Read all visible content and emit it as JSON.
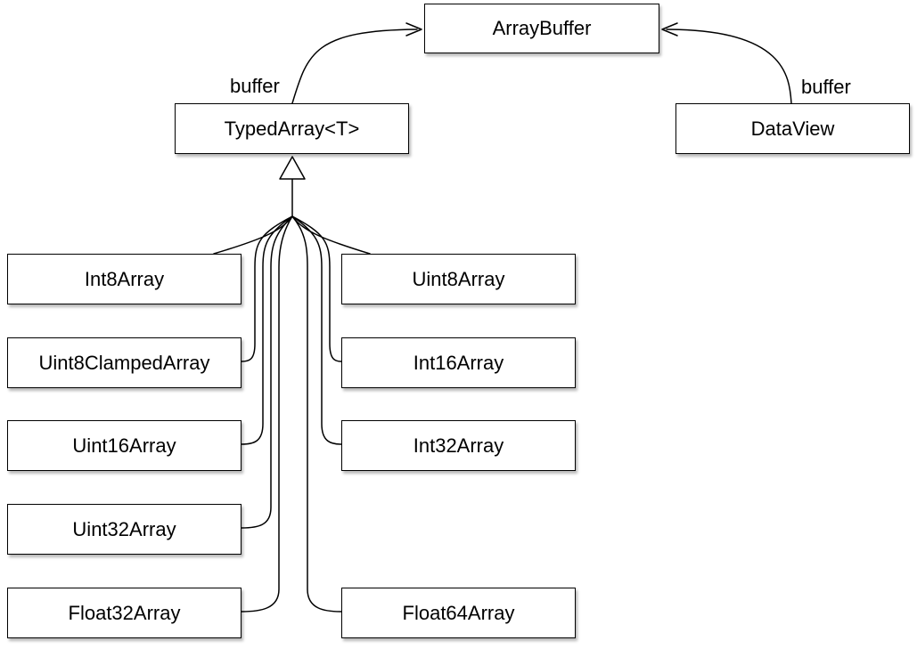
{
  "diagram": {
    "type": "class-hierarchy",
    "nodes": {
      "array_buffer": "ArrayBuffer",
      "typed_array": "TypedArray<T>",
      "data_view": "DataView",
      "int8_array": "Int8Array",
      "uint8_array": "Uint8Array",
      "uint8_clamped_array": "Uint8ClampedArray",
      "int16_array": "Int16Array",
      "uint16_array": "Uint16Array",
      "int32_array": "Int32Array",
      "uint32_array": "Uint32Array",
      "float32_array": "Float32Array",
      "float64_array": "Float64Array"
    },
    "edge_labels": {
      "typed_array_buffer": "buffer",
      "data_view_buffer": "buffer"
    },
    "edges": [
      {
        "from": "TypedArray<T>",
        "to": "ArrayBuffer",
        "kind": "reference",
        "label": "buffer"
      },
      {
        "from": "DataView",
        "to": "ArrayBuffer",
        "kind": "reference",
        "label": "buffer"
      },
      {
        "from": "Int8Array",
        "to": "TypedArray<T>",
        "kind": "inheritance"
      },
      {
        "from": "Uint8Array",
        "to": "TypedArray<T>",
        "kind": "inheritance"
      },
      {
        "from": "Uint8ClampedArray",
        "to": "TypedArray<T>",
        "kind": "inheritance"
      },
      {
        "from": "Int16Array",
        "to": "TypedArray<T>",
        "kind": "inheritance"
      },
      {
        "from": "Uint16Array",
        "to": "TypedArray<T>",
        "kind": "inheritance"
      },
      {
        "from": "Int32Array",
        "to": "TypedArray<T>",
        "kind": "inheritance"
      },
      {
        "from": "Uint32Array",
        "to": "TypedArray<T>",
        "kind": "inheritance"
      },
      {
        "from": "Float32Array",
        "to": "TypedArray<T>",
        "kind": "inheritance"
      },
      {
        "from": "Float64Array",
        "to": "TypedArray<T>",
        "kind": "inheritance"
      }
    ]
  }
}
